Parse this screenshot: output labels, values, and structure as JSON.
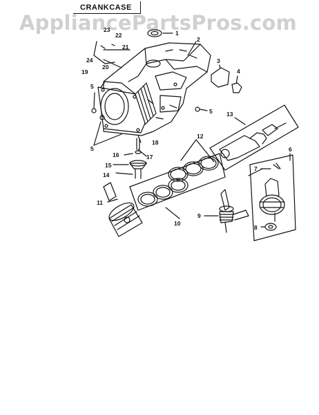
{
  "section_title": "CRANKCASE",
  "watermark": "AppliancePartsPros.com",
  "callouts": [
    "1",
    "2",
    "3",
    "4",
    "5",
    "5",
    "5",
    "6",
    "7",
    "8",
    "9",
    "10",
    "11",
    "12",
    "13",
    "14",
    "15",
    "16",
    "17",
    "18",
    "19",
    "20",
    "21",
    "22",
    "23",
    "24"
  ]
}
